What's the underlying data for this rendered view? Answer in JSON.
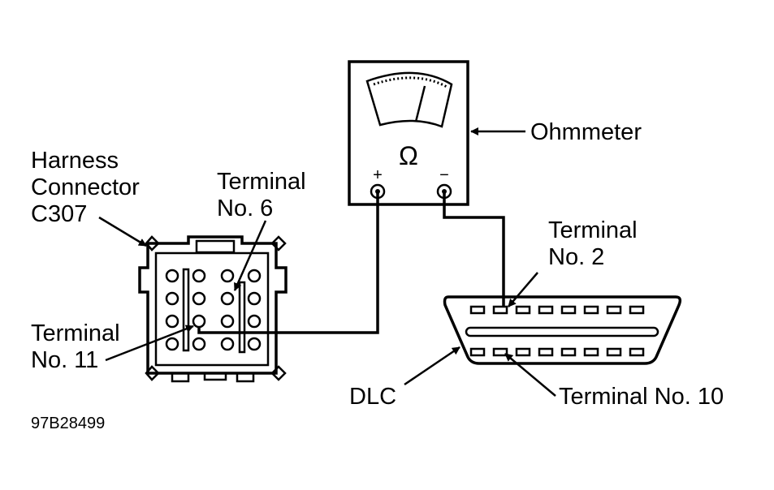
{
  "diagram": {
    "figure_id": "97B28499",
    "labels": {
      "harness_connector": [
        "Harness",
        "Connector",
        "C307"
      ],
      "terminal_6": [
        "Terminal",
        "No. 6"
      ],
      "terminal_11": [
        "Terminal",
        "No. 11"
      ],
      "ohmmeter": "Ohmmeter",
      "terminal_2": [
        "Terminal",
        "No. 2"
      ],
      "terminal_10": "Terminal No. 10",
      "dlc": "DLC"
    },
    "meter": {
      "symbol": "Ω",
      "positive": "+",
      "negative": "−"
    },
    "colors": {
      "ink": "#000000",
      "paper": "#ffffff"
    }
  }
}
